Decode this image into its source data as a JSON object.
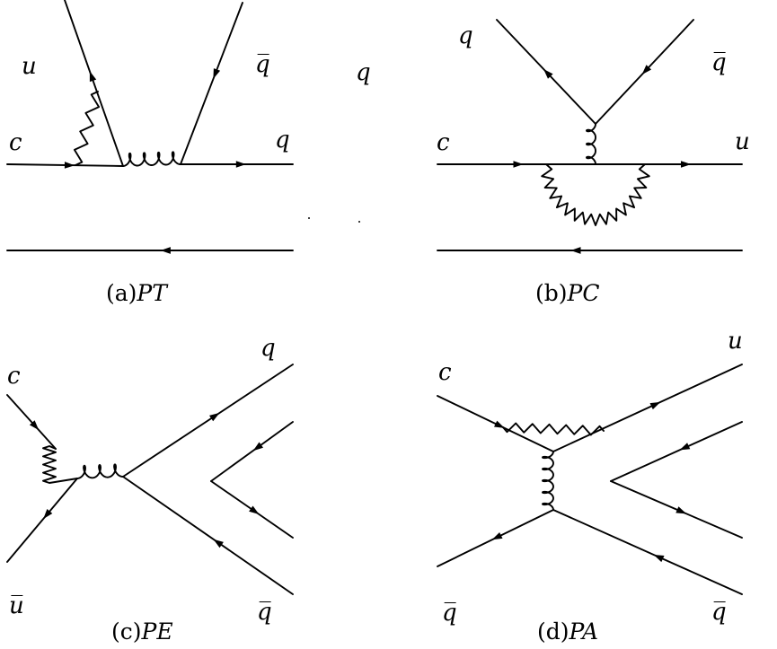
{
  "diagram": {
    "panels": [
      {
        "id": "a",
        "caption": {
          "paren": "(a)",
          "name": "PT"
        },
        "labels": {
          "top_left": "u",
          "top_right": "q̅",
          "mid_left": "c",
          "mid_right": "q",
          "outside": "q"
        }
      },
      {
        "id": "b",
        "caption": {
          "paren": "(b)",
          "name": "PC"
        },
        "labels": {
          "top_left": "q",
          "top_right": "q̅",
          "mid_left": "c",
          "mid_right": "u"
        }
      },
      {
        "id": "c",
        "caption": {
          "paren": "(c)",
          "name": "PE"
        },
        "labels": {
          "top_left": "c",
          "bottom_left": "u̅",
          "top_right": "q",
          "bottom_right": "q̅"
        }
      },
      {
        "id": "d",
        "caption": {
          "paren": "(d)",
          "name": "PA"
        },
        "labels": {
          "top_left": "c",
          "bottom_left": "q̅",
          "top_right": "u",
          "bottom_right": "q̅"
        }
      }
    ]
  }
}
